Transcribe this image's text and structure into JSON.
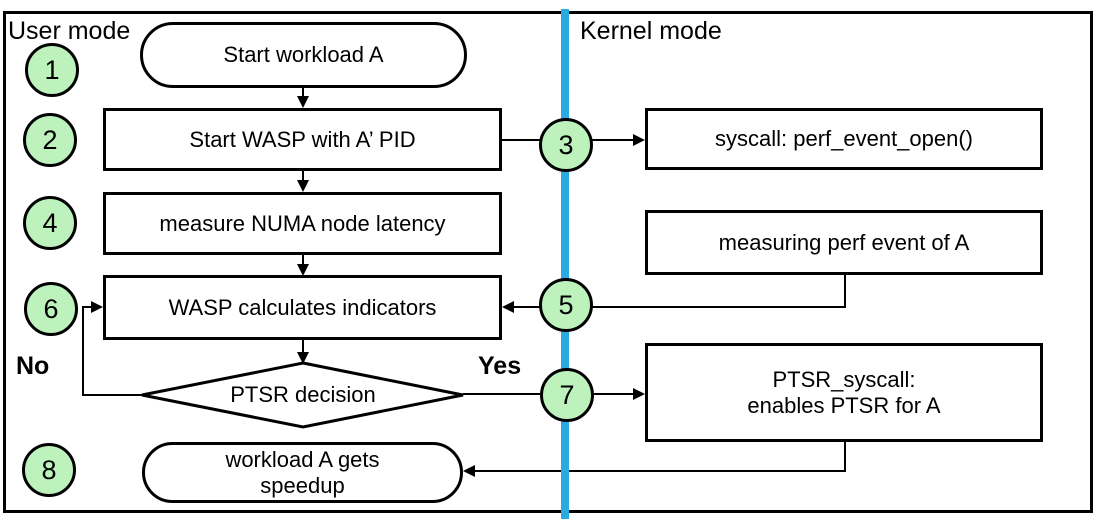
{
  "regions": {
    "user_mode_label": "User mode",
    "kernel_mode_label": "Kernel mode"
  },
  "nodes": {
    "start_terminator": "Start workload A",
    "start_wasp": "Start WASP with A’ PID",
    "measure_numa": "measure NUMA node latency",
    "wasp_calculates": "WASP calculates indicators",
    "ptsr_decision": "PTSR decision",
    "speedup_line1": "workload A gets",
    "speedup_line2": "speedup",
    "syscall_perf": "syscall: perf_event_open()",
    "measuring_perf": "measuring perf event of A",
    "ptsr_syscall_line1": "PTSR_syscall:",
    "ptsr_syscall_line2": "enables PTSR for A"
  },
  "branch_labels": {
    "no": "No",
    "yes": "Yes"
  },
  "step_circles": [
    "1",
    "2",
    "3",
    "4",
    "5",
    "6",
    "7",
    "8"
  ],
  "colors": {
    "circle_fill": "#bdf2bd",
    "divider_blue": "#29abe2",
    "shape_stroke": "#000000",
    "shape_fill": "#ffffff"
  }
}
